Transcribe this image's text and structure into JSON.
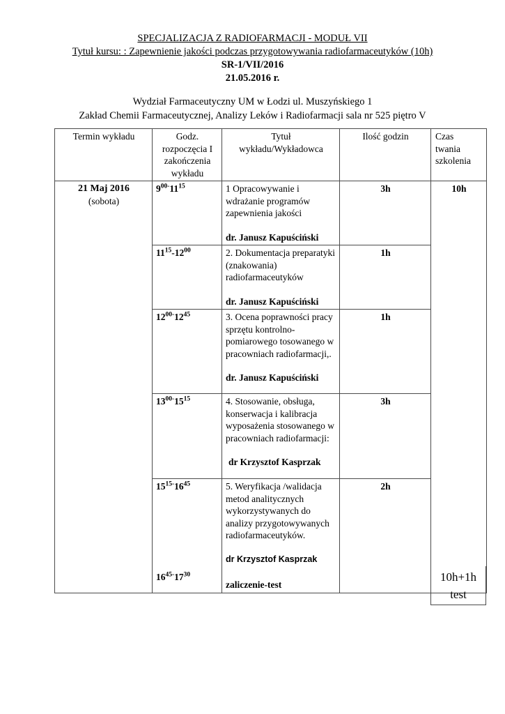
{
  "header": {
    "line1": "SPECJALIZACJA Z RADIOFARMACJI - MODUŁ VII",
    "line2": "Tytuł kursu: : Zapewnienie jakości podczas przygotowywania radiofarmaceutyków  (10h)",
    "line3": "SR-1/VII/2016",
    "line4": "21.05.2016 r."
  },
  "venue": {
    "line1": "Wydział Farmaceutyczny UM w Łodzi  ul. Muszyńskiego 1",
    "line2": "Zakład Chemii Farmaceutycznej, Analizy Leków i Radiofarmacji  sala nr 525 piętro V"
  },
  "table": {
    "columns": [
      {
        "label": "Termin wykładu"
      },
      {
        "label": "Godz. rozpoczęcia I zakończenia wykładu"
      },
      {
        "label": "Tytuł wykładu/Wykładowca"
      },
      {
        "label": "Ilość godzin"
      },
      {
        "label": "Czas twania szkolenia"
      }
    ],
    "column_headers_raw": {
      "termin": "Termin wykładu",
      "godz_l1": "Godz.",
      "godz_l2": "rozpoczęcia I",
      "godz_l3": "zakończenia",
      "godz_l4": "wykładu",
      "tytul_l1": "Tytuł",
      "tytul_l2": "wykładu/Wykładowca",
      "ilosc": "Ilość godzin",
      "czas_l1": "Czas",
      "czas_l2": "twania",
      "czas_l3": "szkolenia"
    },
    "date_cell": {
      "date": "21  Maj 2016",
      "weekday": "(sobota)"
    },
    "duration_total": "10h",
    "rows": [
      {
        "time_start_h": "9",
        "time_start_m": "00",
        "time_end_h": "11",
        "time_end_m": "15",
        "title": "1 Opracowywanie i wdrażanie programów zapewnienia jakości",
        "lecturer": "dr. Janusz Kapuściński",
        "hours": "3h"
      },
      {
        "time_start_h": "11",
        "time_start_m": "15",
        "time_end_h": "12",
        "time_end_m": "00",
        "title": "2. Dokumentacja preparatyki (znakowania) radiofarmaceutyków",
        "lecturer": "dr. Janusz Kapuściński",
        "hours": "1h"
      },
      {
        "time_start_h": "12",
        "time_start_m": "00",
        "time_end_h": "12",
        "time_end_m": "45",
        "title": "3. Ocena poprawności pracy sprzętu kontrolno-pomiarowego tosowanego w pracowniach radiofarmacji,.",
        "lecturer": "dr. Janusz Kapuściński",
        "hours": "1h"
      },
      {
        "time_start_h": "13",
        "time_start_m": "00",
        "time_end_h": "15",
        "time_end_m": "15",
        "title": "4. Stosowanie, obsługa, konserwacja i kalibracja wyposażenia stosowanego w pracowniach radiofarmacji:",
        "lecturer": "dr Krzysztof Kasprzak",
        "hours": "3h"
      },
      {
        "time_start_h": "15",
        "time_start_m": "15",
        "time_end_h": "16",
        "time_end_m": "45",
        "title": "5. Weryfikacja /walidacja metod analitycznych wykorzystywanych do analizy przygotowywanych radiofarmaceutyków.",
        "lecturer": "dr Krzysztof Kasprzak",
        "hours": "2h",
        "extra_time_start_h": "16",
        "extra_time_start_m": "45",
        "extra_time_end_h": "17",
        "extra_time_end_m": "30",
        "extra_label": "zaliczenie-test"
      }
    ]
  },
  "grand_total": {
    "line1": "10h+1h",
    "line2": "test"
  },
  "colors": {
    "page_background": "#ffffff",
    "text": "#000000",
    "table_border": "#4a4a4a"
  }
}
